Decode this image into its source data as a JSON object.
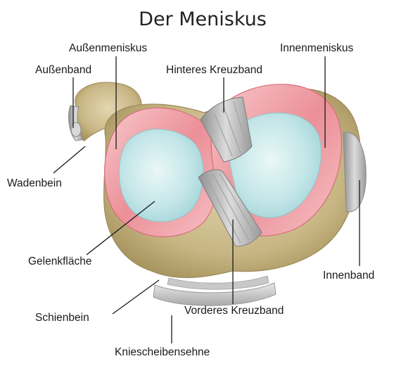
{
  "title": "Der Meniskus",
  "labels": {
    "aussenmeniskus": "Außenmeniskus",
    "aussenband": "Außenband",
    "hinteres_kreuzband": "Hinteres Kreuzband",
    "innenmeniskus": "Innenmeniskus",
    "wadenbein": "Wadenbein",
    "gelenkflaeche": "Gelenkfläche",
    "innenband": "Innenband",
    "schienbein": "Schienbein",
    "vorderes_kreuzband": "Vorderes Kreuzband",
    "kniescheibensehne": "Kniescheibensehne"
  },
  "colors": {
    "bone": "#c9b98c",
    "bone_dark": "#9c8a5c",
    "meniscus": "#e77f8a",
    "meniscus_light": "#f6c4c6",
    "cartilage": "#bfe4e6",
    "ligament": "#b9b9b9",
    "ligament_dark": "#8e8e8e"
  }
}
